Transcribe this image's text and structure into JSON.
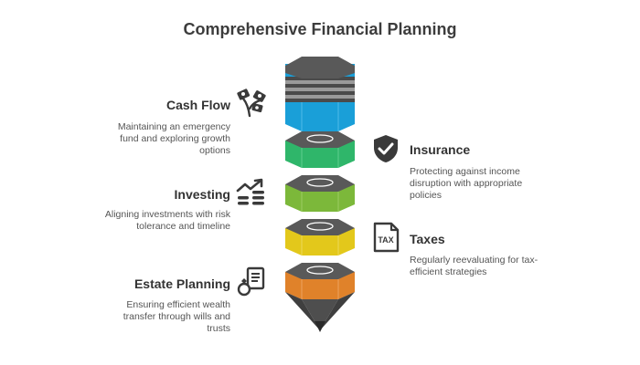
{
  "title": "Comprehensive Financial Planning",
  "items": [
    {
      "heading": "Cash Flow",
      "desc_lines": [
        "Maintaining an emergency",
        "fund and exploring growth",
        "options"
      ],
      "color": "#1a9fd8",
      "icon": "money-plant-icon"
    },
    {
      "heading": "Insurance",
      "desc_lines": [
        "Protecting against income",
        "disruption with appropriate",
        "policies"
      ],
      "color": "#2fb66a",
      "icon": "shield-check-icon"
    },
    {
      "heading": "Investing",
      "desc_lines": [
        "Aligning investments with risk",
        "tolerance and timeline"
      ],
      "color": "#7cb83a",
      "icon": "growth-chart-icon"
    },
    {
      "heading": "Taxes",
      "desc_lines": [
        "Regularly reevaluating for tax-",
        "efficient strategies"
      ],
      "color": "#e3c81b",
      "icon": "tax-document-icon"
    },
    {
      "heading": "Estate Planning",
      "desc_lines": [
        "Ensuring efficient wealth",
        "transfer through wills and",
        "trusts"
      ],
      "color": "#e0822a",
      "icon": "will-document-ring-icon"
    }
  ],
  "tax_icon_text": "TAX",
  "colors": {
    "dark": "#4a4a4a",
    "top_face": "#595959"
  }
}
